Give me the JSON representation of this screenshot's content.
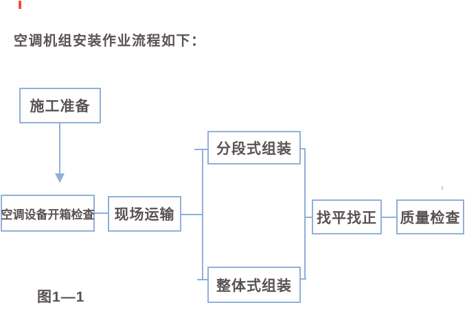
{
  "page": {
    "title": "空调机组安装作业流程如下：",
    "caption": "图1—1"
  },
  "flowchart": {
    "nodes": [
      {
        "label": "施工准备"
      },
      {
        "label": "空调设备开箱检查"
      },
      {
        "label": "现场运输"
      },
      {
        "label": "分段式组装"
      },
      {
        "label": "整体式组装"
      },
      {
        "label": "找平找正"
      },
      {
        "label": "质量检查"
      }
    ],
    "edges": [
      {
        "from": "施工准备",
        "to": "空调设备开箱检查",
        "connector": "arrow-down"
      },
      {
        "from": "空调设备开箱检查",
        "to": "现场运输",
        "connector": "line"
      },
      {
        "from": "现场运输",
        "to": "分段式组装",
        "connector": "arrow-right"
      },
      {
        "from": "现场运输",
        "to": "整体式组装",
        "connector": "arrow-right"
      },
      {
        "from": "分段式组装",
        "to": "找平找正",
        "connector": "line"
      },
      {
        "from": "整体式组装",
        "to": "找平找正",
        "connector": "line"
      },
      {
        "from": "找平找正",
        "to": "质量检查",
        "connector": "line"
      }
    ],
    "colors": {
      "box_border": "#8fafd9",
      "connector": "#8fafd9",
      "text": "#595252",
      "background": "#ffffff",
      "corner_mark": "#f0512f"
    }
  }
}
